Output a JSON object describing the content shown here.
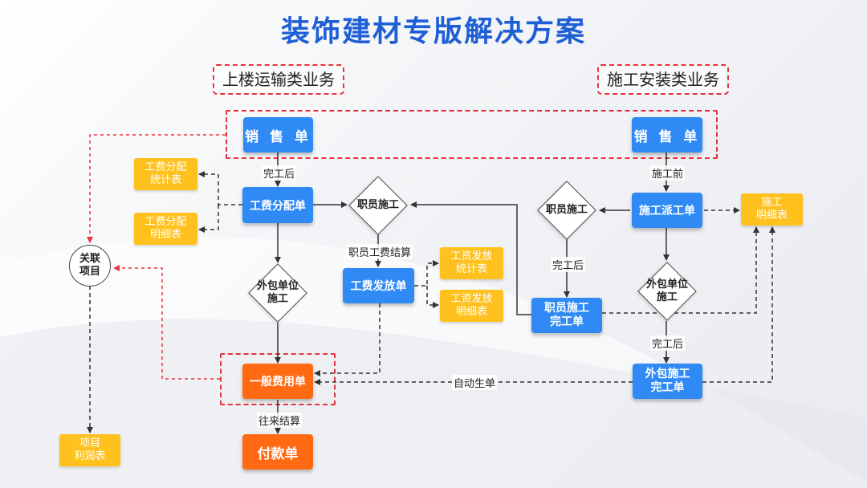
{
  "title": "装饰建材专版解决方案",
  "sections": {
    "left": "上楼运输类业务",
    "right": "施工安装类业务"
  },
  "nodes": {
    "sales_left": "销 售 单",
    "sales_right": "销 售 单",
    "labor_alloc": "工费分配单",
    "staff_construct_left": "职员施工",
    "fee_stat": "工费分配\n统计表",
    "fee_detail": "工费分配\n明细表",
    "related_project": "关联\n项目",
    "outsource_left": "外包单位\n施工",
    "labor_issue": "工费发放单",
    "wage_stat": "工资发放\n统计表",
    "wage_detail": "工资发放\n明细表",
    "general_expense": "一般费用单",
    "payment": "付款单",
    "project_profit": "项目\n利润表",
    "staff_construct_right": "职员施工",
    "dispatch": "施工派工单",
    "construct_detail": "施工\n明细表",
    "staff_complete": "职员施工\n完工单",
    "outsource_right": "外包单位\n施工",
    "outsource_complete": "外包施工\n完工单"
  },
  "edge_labels": {
    "after_complete_1": "完工后",
    "before_construct": "施工前",
    "staff_fee_settle": "职员工费结算",
    "after_complete_2": "完工后",
    "after_complete_3": "完工后",
    "auto_generate": "自动生单",
    "account_settle": "往来结算"
  },
  "colors": {
    "title": "#1f5fd6",
    "blue_box": "#2f8af5",
    "orange_box": "#ff6a13",
    "yellow_box": "#ffc11e",
    "red_dash": "#e8323c"
  }
}
